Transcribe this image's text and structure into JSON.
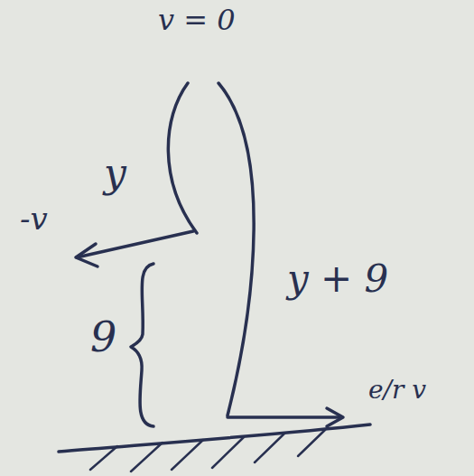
{
  "diagram": {
    "labels": [
      "v = 0",
      "y",
      "-v",
      "9",
      "y + 9",
      "e/r v"
    ]
  }
}
